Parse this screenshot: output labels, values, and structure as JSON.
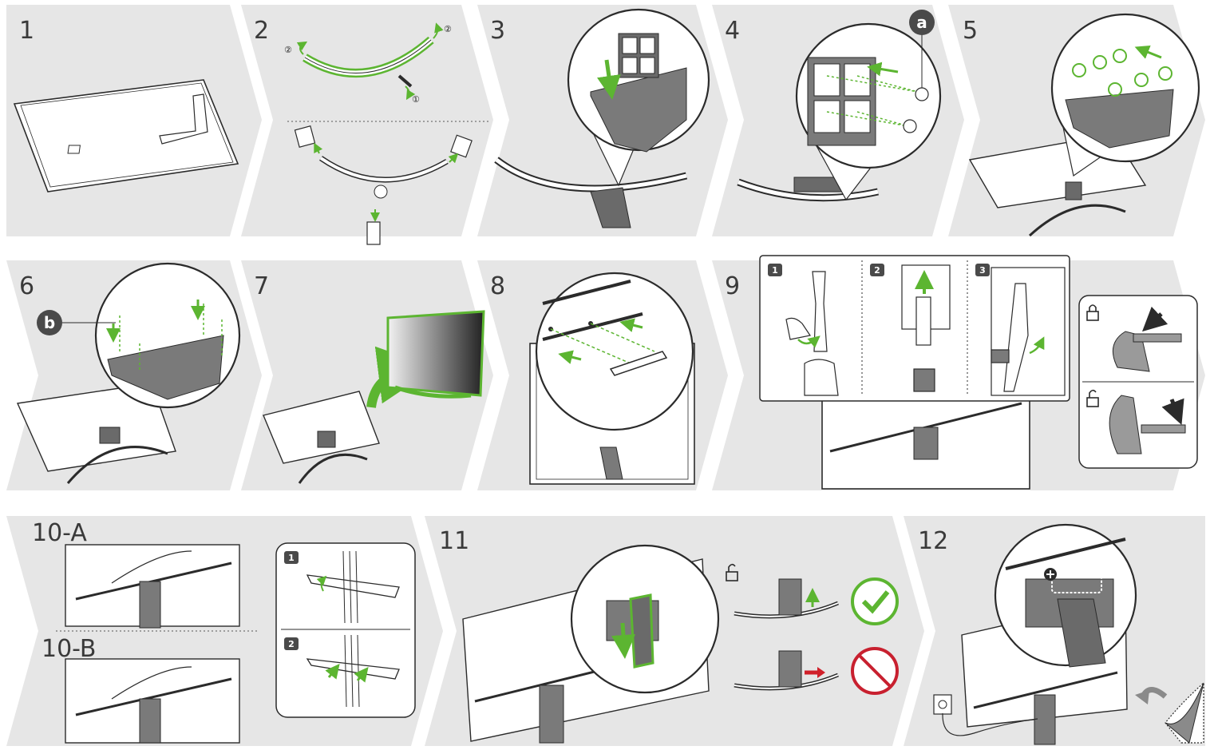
{
  "steps": {
    "s1": "1",
    "s2": "2",
    "s3": "3",
    "s4": "4",
    "s5": "5",
    "s6": "6",
    "s7": "7",
    "s8": "8",
    "s9": "9",
    "s10a": "10-A",
    "s10b": "10-B",
    "s11": "11",
    "s12": "12"
  },
  "callouts": {
    "a": "a",
    "b": "b",
    "circled_1": "①",
    "circled_2": "②",
    "sub1": "1",
    "sub2": "2",
    "sub3": "3"
  },
  "colors": {
    "panel_bg": "#e6e6e6",
    "accent_green": "#5cb531",
    "line_dark": "#2b2b2b",
    "badge_dark": "#4a4a4a",
    "prohibit_red": "#c8202f",
    "arrow_red": "#d0202a"
  },
  "icons": [
    "unlock-icon",
    "lock-icon",
    "check-icon",
    "prohibited-icon",
    "page-turn-icon",
    "zoom-plus-icon"
  ]
}
